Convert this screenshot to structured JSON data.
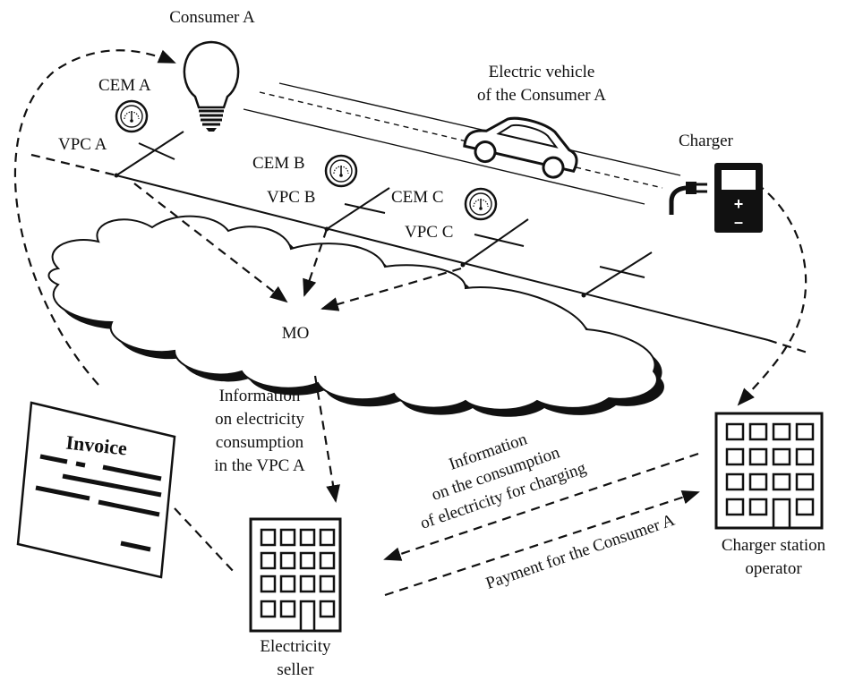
{
  "labels": {
    "consumer_a": "Consumer A",
    "cem_a": "CEM A",
    "vpc_a": "VPC A",
    "cem_b": "CEM B",
    "vpc_b": "VPC B",
    "cem_c": "CEM C",
    "vpc_c": "VPC C",
    "ev_line1": "Electric vehicle",
    "ev_line2": "of the Consumer A",
    "charger": "Charger",
    "charger_plus": "+",
    "charger_minus": "–",
    "mo": "MO",
    "info_a_line1": "Information",
    "info_a_line2": "on electricity",
    "info_a_line3": "consumption",
    "info_a_line4": "in the VPC A",
    "info_c_line1": "Information",
    "info_c_line2": "on the consumption",
    "info_c_line3": "of electricity for charging",
    "payment": "Payment for the Consumer A",
    "invoice": "Invoice",
    "seller_line1": "Electricity",
    "seller_line2": "seller",
    "operator_line1": "Charger station",
    "operator_line2": "operator"
  },
  "icons": [
    "light-bulb-icon",
    "meter-icon",
    "car-icon",
    "charger-icon",
    "plug-icon",
    "building-icon",
    "invoice-icon",
    "cloud-icon"
  ],
  "colors": {
    "ink": "#111111",
    "background": "#ffffff"
  }
}
